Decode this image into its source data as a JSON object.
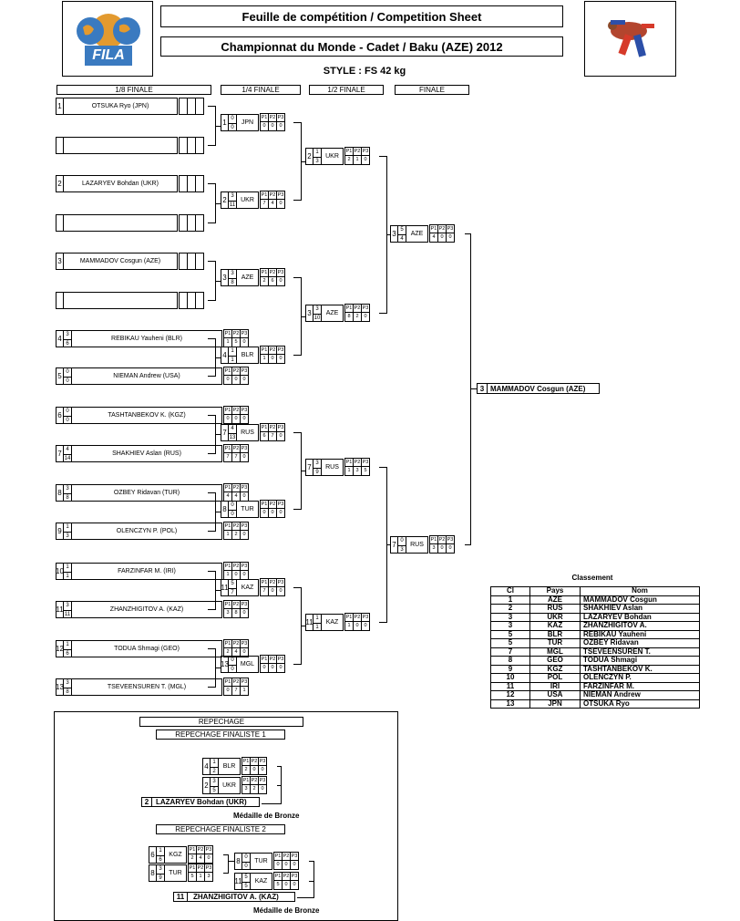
{
  "header": {
    "title": "Feuille de compétition / Competition Sheet",
    "subtitle": "Championnat du Monde - Cadet / Baku (AZE) 2012",
    "style": "STYLE : FS 42 kg",
    "logo_text": "FILA",
    "logo_color": "#3a7ac0"
  },
  "rounds": [
    "1/8 FINALE",
    "1/4 FINALE",
    "1/2 FINALE",
    "FINALE"
  ],
  "points_headers": [
    "P1",
    "P2",
    "P3"
  ],
  "r16": [
    {
      "num": "1",
      "s1": "",
      "s2": "",
      "name": "OTSUKA Ryo (JPN)",
      "pts": []
    },
    {
      "num": "",
      "s1": "",
      "s2": "",
      "name": "",
      "pts": []
    },
    {
      "num": "2",
      "s1": "",
      "s2": "",
      "name": "LAZARYEV Bohdan (UKR)",
      "pts": []
    },
    {
      "num": "",
      "s1": "",
      "s2": "",
      "name": "",
      "pts": []
    },
    {
      "num": "3",
      "s1": "",
      "s2": "",
      "name": "MAMMADOV Cosgun (AZE)",
      "pts": []
    },
    {
      "num": "",
      "s1": "",
      "s2": "",
      "name": "",
      "pts": []
    },
    {
      "num": "4",
      "s1": "3",
      "s2": "6",
      "name": "REBIKAU Yauheni (BLR)",
      "pts": [
        "1",
        "5",
        "0"
      ]
    },
    {
      "num": "5",
      "s1": "0",
      "s2": "0",
      "name": "NIEMAN Andrew (USA)",
      "pts": [
        "0",
        "0",
        "0"
      ]
    },
    {
      "num": "6",
      "s1": "0",
      "s2": "0",
      "name": "TASHTANBEKOV K. (KGZ)",
      "pts": [
        "0",
        "0",
        "0"
      ]
    },
    {
      "num": "7",
      "s1": "4",
      "s2": "14",
      "name": "SHAKHIEV Aslan (RUS)",
      "pts": [
        "7",
        "7",
        "0"
      ]
    },
    {
      "num": "8",
      "s1": "3",
      "s2": "8",
      "name": "OZBEY Ridavan (TUR)",
      "pts": [
        "4",
        "4",
        "0"
      ]
    },
    {
      "num": "9",
      "s1": "1",
      "s2": "3",
      "name": "OLENCZYN P. (POL)",
      "pts": [
        "1",
        "2",
        "0"
      ]
    },
    {
      "num": "10",
      "s1": "1",
      "s2": "1",
      "name": "FARZINFAR M. (IRI)",
      "pts": [
        "1",
        "0",
        "0"
      ]
    },
    {
      "num": "11",
      "s1": "3",
      "s2": "11",
      "name": "ZHANZHIGITOV A. (KAZ)",
      "pts": [
        "3",
        "8",
        "0"
      ]
    },
    {
      "num": "12",
      "s1": "1",
      "s2": "6",
      "name": "TODUA Shmagi (GEO)",
      "pts": [
        "2",
        "4",
        "0"
      ]
    },
    {
      "num": "13",
      "s1": "3",
      "s2": "8",
      "name": "TSEVEENSUREN T. (MGL)",
      "pts": [
        "0",
        "7",
        "1"
      ]
    }
  ],
  "qf": [
    {
      "num": "1",
      "s1": "0",
      "s2": "0",
      "name": "JPN",
      "pts": [
        "0",
        "0",
        "0"
      ]
    },
    {
      "num": "2",
      "s1": "3",
      "s2": "11",
      "name": "UKR",
      "pts": [
        "7",
        "4",
        "0"
      ]
    },
    {
      "num": "3",
      "s1": "3",
      "s2": "8",
      "name": "AZE",
      "pts": [
        "2",
        "6",
        "0"
      ]
    },
    {
      "num": "4",
      "s1": "1",
      "s2": "1",
      "name": "BLR",
      "pts": [
        "1",
        "0",
        "0"
      ]
    },
    {
      "num": "7",
      "s1": "4",
      "s2": "13",
      "name": "RUS",
      "pts": [
        "6",
        "7",
        "0"
      ]
    },
    {
      "num": "8",
      "s1": "0",
      "s2": "0",
      "name": "TUR",
      "pts": [
        "0",
        "0",
        "0"
      ]
    },
    {
      "num": "11",
      "s1": "5",
      "s2": "7",
      "name": "KAZ",
      "pts": [
        "7",
        "0",
        "0"
      ]
    },
    {
      "num": "13",
      "s1": "0",
      "s2": "0",
      "name": "MGL",
      "pts": [
        "0",
        "0",
        "0"
      ]
    }
  ],
  "sf": [
    {
      "num": "2",
      "s1": "1",
      "s2": "3",
      "name": "UKR",
      "pts": [
        "2",
        "1",
        "0"
      ]
    },
    {
      "num": "3",
      "s1": "3",
      "s2": "10",
      "name": "AZE",
      "pts": [
        "8",
        "2",
        "0"
      ]
    },
    {
      "num": "7",
      "s1": "3",
      "s2": "9",
      "name": "RUS",
      "pts": [
        "1",
        "3",
        "5"
      ]
    },
    {
      "num": "11",
      "s1": "1",
      "s2": "1",
      "name": "KAZ",
      "pts": [
        "1",
        "0",
        "0"
      ]
    }
  ],
  "final": [
    {
      "num": "3",
      "s1": "5",
      "s2": "4",
      "name": "AZE",
      "pts": [
        "4",
        "0",
        "0"
      ]
    },
    {
      "num": "7",
      "s1": "0",
      "s2": "3",
      "name": "RUS",
      "pts": [
        "3",
        "0",
        "0"
      ]
    }
  ],
  "winner": {
    "num": "3",
    "name": "MAMMADOV Cosgun (AZE)"
  },
  "classement": {
    "title": "Classement",
    "headers": [
      "Cl",
      "Pays",
      "Nom"
    ],
    "rows": [
      [
        "1",
        "AZE",
        "MAMMADOV Cosgun"
      ],
      [
        "2",
        "RUS",
        "SHAKHIEV Aslan"
      ],
      [
        "3",
        "UKR",
        "LAZARYEV Bohdan"
      ],
      [
        "3",
        "KAZ",
        "ZHANZHIGITOV A."
      ],
      [
        "5",
        "BLR",
        "REBIKAU Yauheni"
      ],
      [
        "5",
        "TUR",
        "OZBEY Ridavan"
      ],
      [
        "7",
        "MGL",
        "TSEVEENSUREN T."
      ],
      [
        "8",
        "GEO",
        "TODUA Shmagi"
      ],
      [
        "9",
        "KGZ",
        "TASHTANBEKOV K."
      ],
      [
        "10",
        "POL",
        "OLENCZYN P."
      ],
      [
        "11",
        "IRI",
        "FARZINFAR M."
      ],
      [
        "12",
        "USA",
        "NIEMAN Andrew"
      ],
      [
        "13",
        "JPN",
        "OTSUKA Ryo"
      ]
    ]
  },
  "repechage": {
    "title": "REPECHAGE",
    "f1_title": "REPECHAGE FINALISTE 1",
    "f2_title": "REPECHAGE FINALISTE 2",
    "f1": [
      {
        "num": "4",
        "s1": "1",
        "s2": "2",
        "name": "BLR",
        "pts": [
          "2",
          "0",
          "0"
        ]
      },
      {
        "num": "2",
        "s1": "3",
        "s2": "5",
        "name": "UKR",
        "pts": [
          "3",
          "2",
          "0"
        ]
      }
    ],
    "f1_result": {
      "num": "2",
      "name": "LAZARYEV Bohdan (UKR)"
    },
    "f2_a": [
      {
        "num": "6",
        "s1": "1",
        "s2": "6",
        "name": "KGZ",
        "pts": [
          "2",
          "4",
          "0"
        ]
      },
      {
        "num": "8",
        "s1": "3",
        "s2": "9",
        "name": "TUR",
        "pts": [
          "5",
          "1",
          "3"
        ]
      }
    ],
    "f2_b": [
      {
        "num": "8",
        "s1": "0",
        "s2": "0",
        "name": "TUR",
        "pts": [
          "0",
          "0",
          "0"
        ]
      },
      {
        "num": "11",
        "s1": "5",
        "s2": "5",
        "name": "KAZ",
        "pts": [
          "5",
          "0",
          "0"
        ]
      }
    ],
    "f2_result": {
      "num": "11",
      "name": "ZHANZHIGITOV A. (KAZ)"
    },
    "medal": "Médaille de Bronze"
  }
}
